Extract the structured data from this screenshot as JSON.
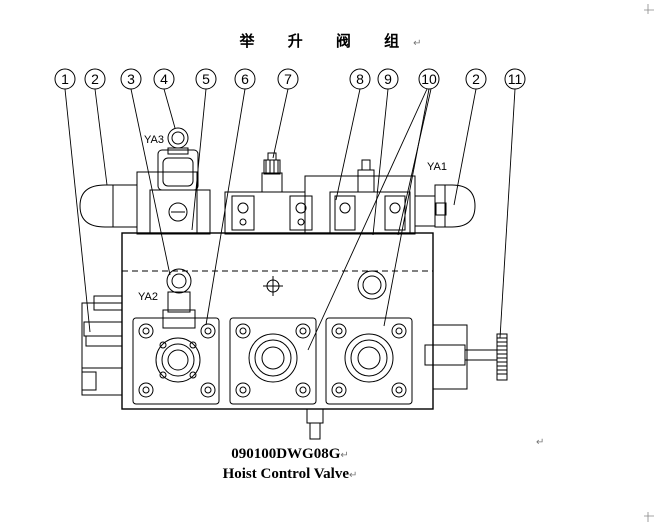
{
  "title_cn": "举 升 阀 组",
  "part_number": "090100DWG08G",
  "part_name": "Hoist Control Valve",
  "paragraph_mark": "↵",
  "callouts": [
    "1",
    "2",
    "3",
    "4",
    "5",
    "6",
    "7",
    "8",
    "9",
    "10",
    "2",
    "11"
  ],
  "labels": {
    "ya1": "YA1",
    "ya2": "YA2",
    "ya3": "YA3"
  },
  "colors": {
    "line": "#000000",
    "page": "#ffffff",
    "corner_mark": "#888888"
  }
}
